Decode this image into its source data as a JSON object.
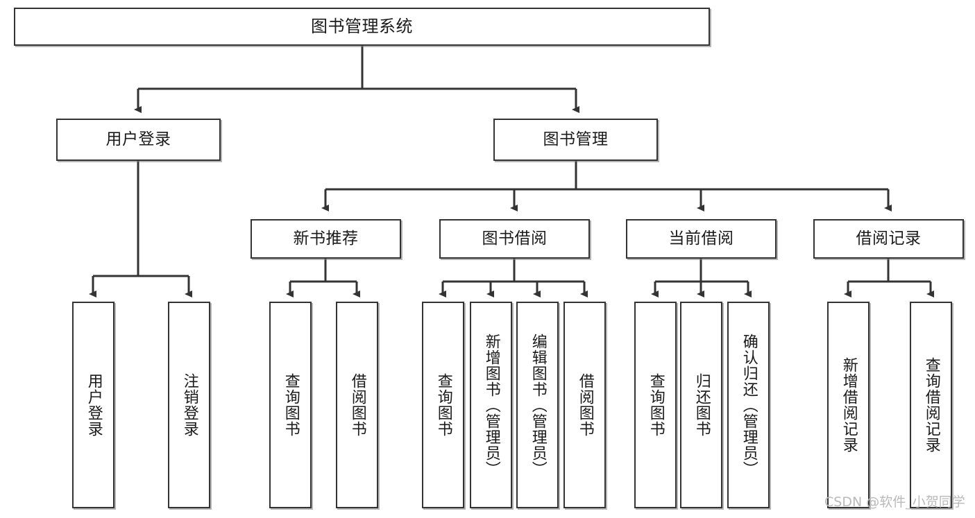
{
  "diagram": {
    "type": "tree",
    "title": "图书管理系统",
    "root": {
      "label": "图书管理系统"
    },
    "level1": [
      {
        "label": "用户登录"
      },
      {
        "label": "图书管理"
      }
    ],
    "level2": [
      {
        "label": "新书推荐"
      },
      {
        "label": "图书借阅"
      },
      {
        "label": "当前借阅"
      },
      {
        "label": "借阅记录"
      }
    ],
    "leaves": {
      "user_login": [
        {
          "label": "用户登录"
        },
        {
          "label": "注销登录"
        }
      ],
      "new_book_recommend": [
        {
          "label": "查询图书"
        },
        {
          "label": "借阅图书"
        }
      ],
      "book_borrow": [
        {
          "label": "查询图书"
        },
        {
          "label": "新增图书（管理员）"
        },
        {
          "label": "编辑图书（管理员）"
        },
        {
          "label": "借阅图书"
        }
      ],
      "current_borrow": [
        {
          "label": "查询图书"
        },
        {
          "label": "归还图书"
        },
        {
          "label": "确认归还（管理员）"
        }
      ],
      "borrow_record": [
        {
          "label": "新增借阅记录"
        },
        {
          "label": "查询借阅记录"
        }
      ]
    }
  },
  "watermark": {
    "text": "CSDN @软件_小贺同学"
  },
  "colors": {
    "box_border": "#333333",
    "box_fill": "#ffffff",
    "line": "#333333",
    "text": "#1a1a1a",
    "watermark": "#b9b9b9"
  }
}
